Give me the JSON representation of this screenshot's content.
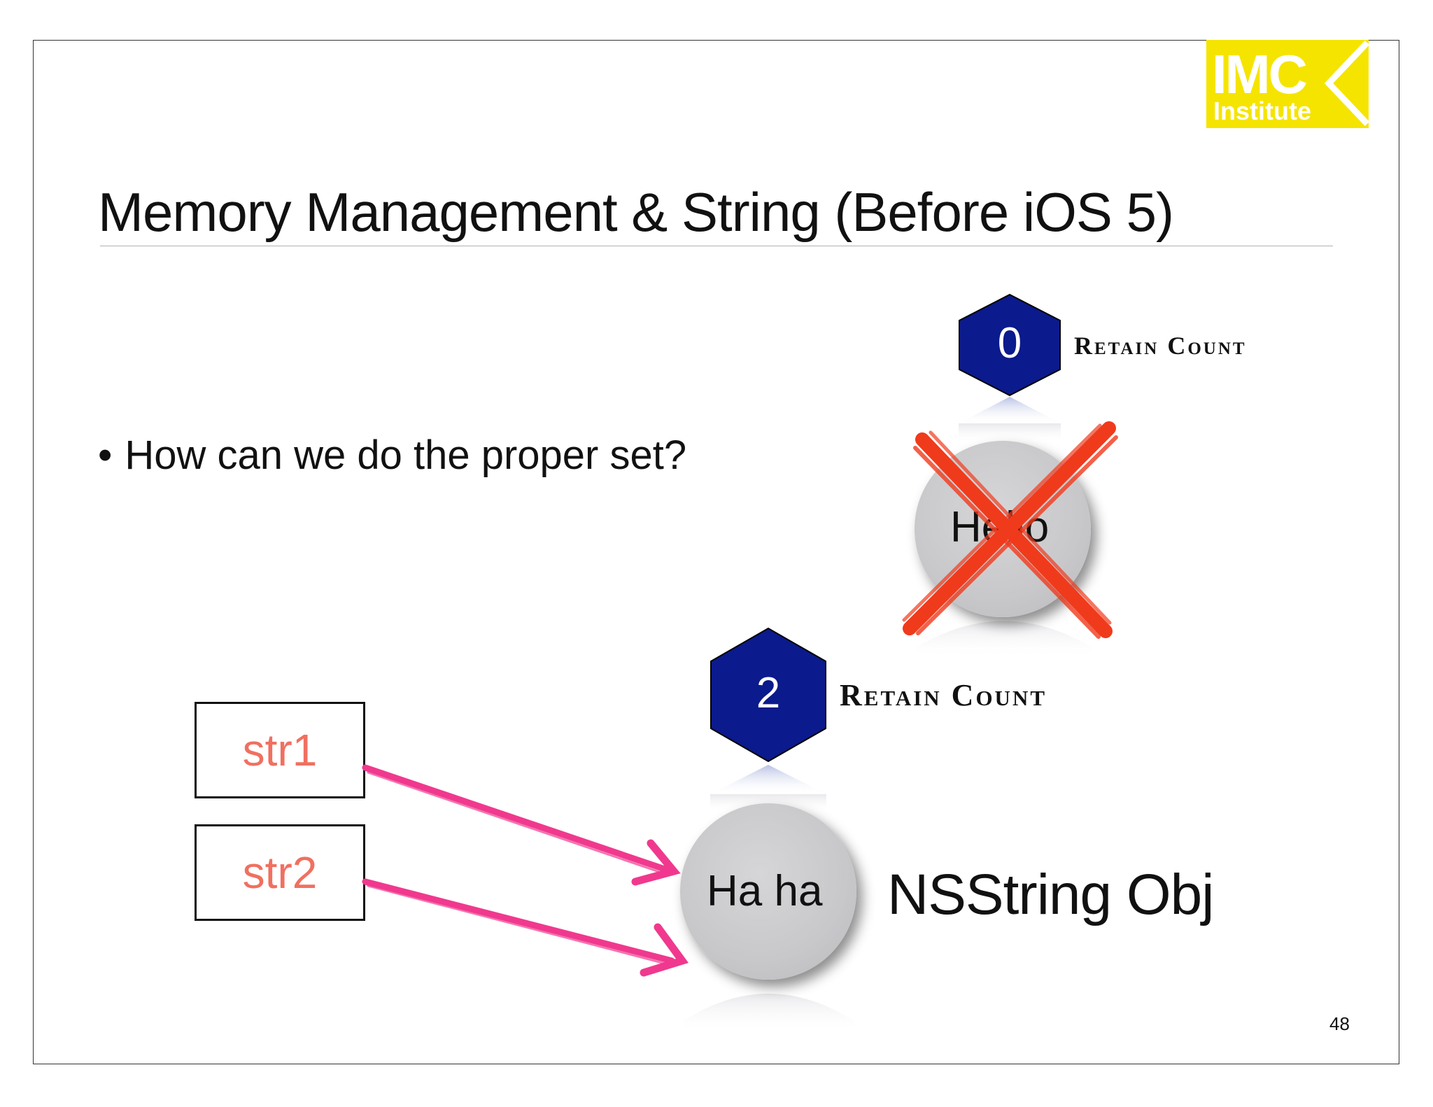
{
  "slide": {
    "title": "Memory Management & String (Before iOS 5)",
    "bullet": "How can we do the proper set?",
    "page_number": "48"
  },
  "logo": {
    "line1": "IMC",
    "line2": "Institute",
    "color": "#f5e400"
  },
  "objects": [
    {
      "hex_value": "0",
      "retain_label": "Retain Count",
      "ball_text": "Hello",
      "crossed_out": true
    },
    {
      "hex_value": "2",
      "retain_label": "Retain Count",
      "ball_text": "Ha ha",
      "crossed_out": false
    }
  ],
  "variables": [
    {
      "label": "str1"
    },
    {
      "label": "str2"
    }
  ],
  "object_label": "NSString Obj",
  "colors": {
    "hex_fill": "#0b1a8c",
    "arrow": "#f0398e",
    "cross": "#f03a1c",
    "var_text": "#f07060"
  }
}
